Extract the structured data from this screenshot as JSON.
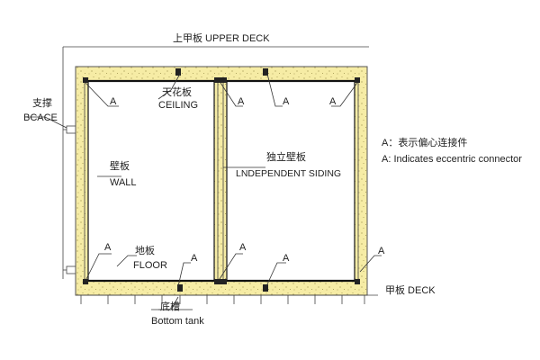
{
  "labels": {
    "upper_deck": "上甲板  UPPER DECK",
    "brace_cn": "支撑",
    "brace_en": "BCACE",
    "ceiling_cn": "天花板",
    "ceiling_en": "CEILING",
    "wall_cn": "壁板",
    "wall_en": "WALL",
    "siding_cn": "独立壁板",
    "siding_en": "LNDEPENDENT SIDING",
    "floor_cn": "地板",
    "floor_en": "FLOOR",
    "deck": "甲板  DECK",
    "bottom_tank_cn": "底槽",
    "bottom_tank_en": "Bottom tank",
    "connector_marker": "A"
  },
  "legend": {
    "line_cn": "A：表示偏心连接件",
    "line_en": "A: Indicates eccentric connector"
  },
  "colors": {
    "insulation_fill": "#f6eca5",
    "line": "#222222"
  }
}
